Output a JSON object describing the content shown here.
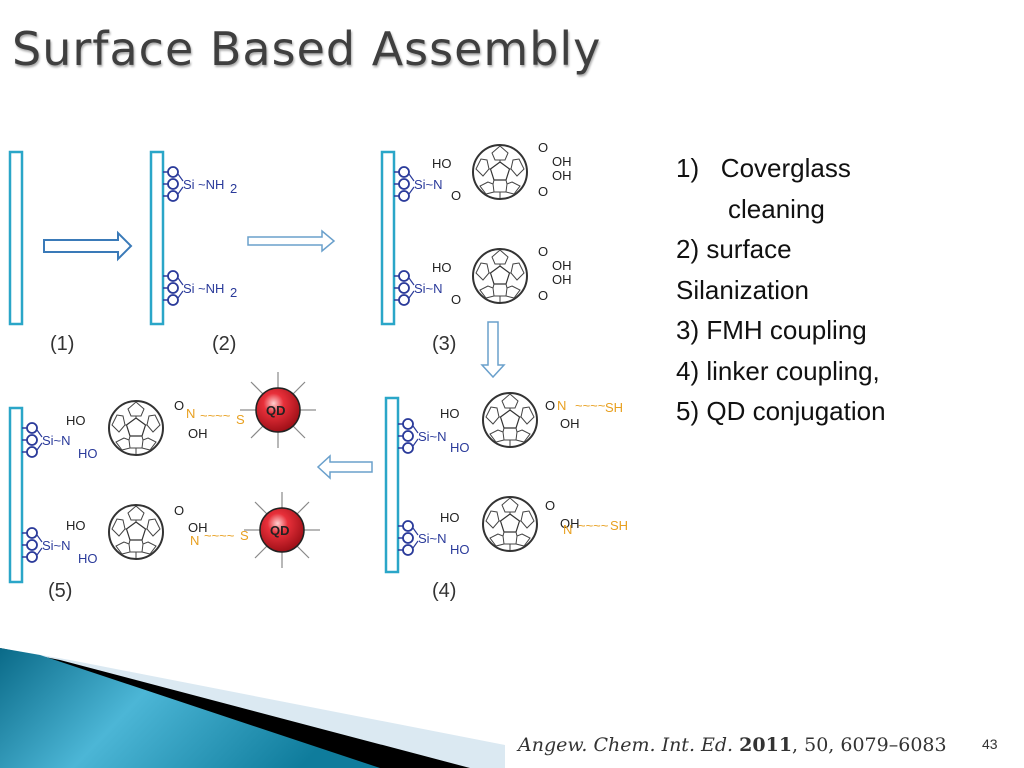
{
  "slide": {
    "title": "Surface Based Assembly",
    "page_number": "43"
  },
  "steps": [
    {
      "num": "1)",
      "text": "Coverglass"
    },
    {
      "text": "cleaning"
    },
    {
      "text": "2) surface"
    },
    {
      "text": "Silanization"
    },
    {
      "text": "3) FMH coupling"
    },
    {
      "text": "4) linker coupling,"
    },
    {
      "text": "5) QD conjugation"
    }
  ],
  "citation": {
    "journal": "Angew. Chem. Int. Ed.",
    "year": "2011",
    "rest": ", 50, 6079–6083"
  },
  "diagram": {
    "panel_labels": [
      "(1)",
      "(2)",
      "(3)",
      "(4)",
      "(5)"
    ],
    "silane_label": "Si",
    "amine_label": "NH2",
    "qd_label": "QD",
    "thiol_label": "SH",
    "sulfur_label": "S",
    "hydroxyl_label": "OH",
    "ho_label": "HO",
    "colors": {
      "glass": "#2aa6c8",
      "silane": "#2a3a9a",
      "linker": "#e8a020",
      "qd": "#d8202a",
      "arrow": "#3a7ab8",
      "banner_dark": "#0a6e8c",
      "banner_light": "#4bb4d4"
    }
  }
}
